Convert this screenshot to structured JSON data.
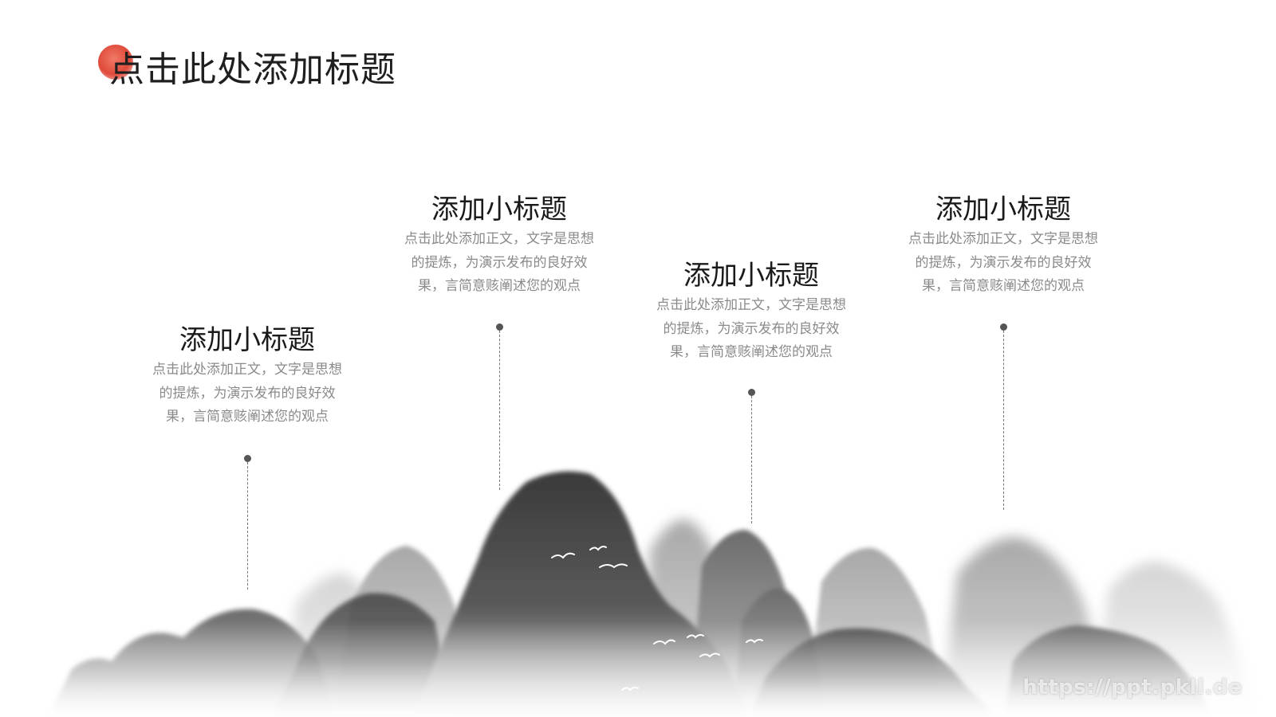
{
  "slide": {
    "title": "点击此处添加标题",
    "accent_color": "#e04a3a",
    "items": [
      {
        "subtitle": "添加小标题",
        "body": "点击此处添加正文，文字是思想的提炼，为演示发布的良好效果，言简意赅阐述您的观点"
      },
      {
        "subtitle": "添加小标题",
        "body": "点击此处添加正文，文字是思想的提炼，为演示发布的良好效果，言简意赅阐述您的观点"
      },
      {
        "subtitle": "添加小标题",
        "body": "点击此处添加正文，文字是思想的提炼，为演示发布的良好效果，言简意赅阐述您的观点"
      },
      {
        "subtitle": "添加小标题",
        "body": "点击此处添加正文，文字是思想的提炼，为演示发布的良好效果，言简意赅阐述您的观点"
      }
    ],
    "watermark": "https://ppt.pkll.de"
  }
}
